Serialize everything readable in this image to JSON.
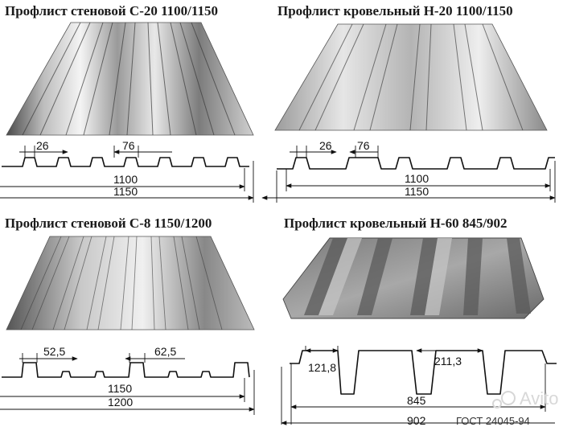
{
  "panels": [
    {
      "title": "Профлист стеновой С-20 1100/1150",
      "dims": {
        "rib": "26",
        "top": "76",
        "useful": "1100",
        "full": "1150"
      }
    },
    {
      "title": "Профлист кровельный Н-20 1100/1150",
      "dims": {
        "rib": "26",
        "top": "76",
        "useful": "1100",
        "full": "1150"
      }
    },
    {
      "title": "Профлист стеновой С-8 1150/1200",
      "dims": {
        "rib": "52,5",
        "top": "62,5",
        "useful": "1150",
        "full": "1200"
      }
    },
    {
      "title": "Профлист кровельный Н-60 845/902",
      "dims": {
        "rib": "121,8",
        "top": "211,3",
        "useful": "845",
        "full": "902"
      }
    }
  ],
  "standard": "ГОСТ 24045-94",
  "watermark": "Avito",
  "colors": {
    "metal_light": "#f2f2f2",
    "metal_dark": "#6e6e6e",
    "line": "#111111"
  }
}
